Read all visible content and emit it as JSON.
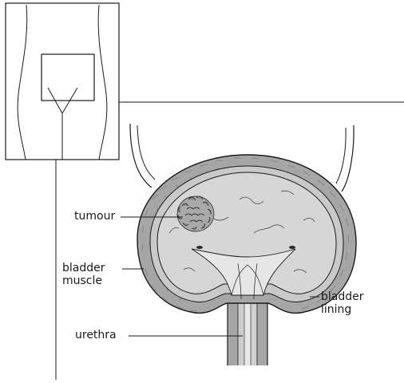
{
  "labels": {
    "tumour": "tumour",
    "bladder_muscle": "bladder\nmuscle",
    "bladder_lining": "bladder\nlining",
    "urethra": "urethra"
  },
  "colors": {
    "outline": "#1a1a1a",
    "muscle_wall": "#a6a6a6",
    "lining": "#c9c9c9",
    "cavity": "#d2d2d2",
    "cavity_light": "#e4e4e4",
    "tumour": "#8c8c8c"
  }
}
